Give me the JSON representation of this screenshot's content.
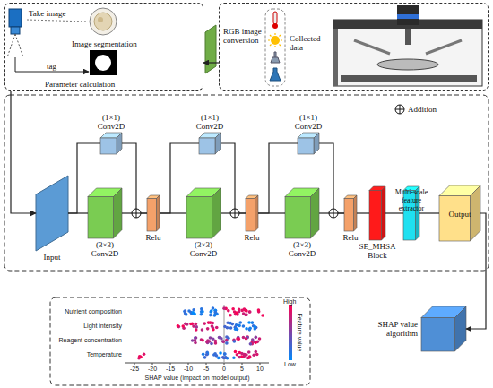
{
  "diagram": {
    "nodes": [
      {
        "text": [
          "Take image",
          "Image segmentation",
          "tag",
          "Parameter calculation"
        ]
      },
      {
        "text": [
          "RGB image conversion",
          "Collected data"
        ]
      },
      {
        "text": [
          "Input"
        ]
      },
      {
        "text": [
          "(1×1) Conv2D"
        ]
      },
      {
        "text": [
          "(3×3) Conv2D"
        ]
      },
      {
        "text": [
          "Relu"
        ]
      },
      {
        "text": [
          "(1×1) Conv2D"
        ]
      },
      {
        "text": [
          "(3×3) Conv2D"
        ]
      },
      {
        "text": [
          "Relu"
        ]
      },
      {
        "text": [
          "(1×1) Conv2D"
        ]
      },
      {
        "text": [
          "(3×3) Conv2D"
        ]
      },
      {
        "text": [
          "Relu"
        ]
      },
      {
        "text": [
          "SE_MHSA Block"
        ]
      },
      {
        "text": [
          "Multi-scale feature extractor"
        ]
      },
      {
        "text": [
          "Output"
        ]
      },
      {
        "text": [
          "SHAP value algorithm"
        ]
      }
    ],
    "edges": [
      {
        "from": 1,
        "to": 0,
        "arrow": "to"
      },
      {
        "from": 0,
        "to": 2,
        "arrow": "to"
      },
      {
        "from": 2,
        "to": 3,
        "arrow": "none"
      },
      {
        "from": 2,
        "to": 4,
        "arrow": "none"
      },
      {
        "from": 3,
        "to": 5,
        "arrow": "none"
      },
      {
        "from": 4,
        "to": 5,
        "arrow": "none"
      },
      {
        "from": 5,
        "to": 6,
        "arrow": "none"
      },
      {
        "from": 5,
        "to": 7,
        "arrow": "none"
      },
      {
        "from": 6,
        "to": 8,
        "arrow": "none"
      },
      {
        "from": 7,
        "to": 8,
        "arrow": "none"
      },
      {
        "from": 8,
        "to": 9,
        "arrow": "none"
      },
      {
        "from": 8,
        "to": 10,
        "arrow": "none"
      },
      {
        "from": 9,
        "to": 11,
        "arrow": "none"
      },
      {
        "from": 10,
        "to": 11,
        "arrow": "none"
      },
      {
        "from": 11,
        "to": 12,
        "arrow": "none"
      },
      {
        "from": 12,
        "to": 13,
        "arrow": "none"
      },
      {
        "from": 13,
        "to": 14,
        "arrow": "none"
      },
      {
        "from": 14,
        "to": 15,
        "arrow": "to"
      }
    ],
    "labels": [
      "Nutrient composition",
      "Light intensity",
      "Reagent concentration",
      "Temperature",
      "-25",
      "-20",
      "-15",
      "-10",
      "-5",
      "0",
      "5",
      "10",
      "SHAP value (impact on model output)",
      "High",
      "Low",
      "Feature value"
    ],
    "legend": [
      {
        "text": "Addition"
      }
    ]
  }
}
